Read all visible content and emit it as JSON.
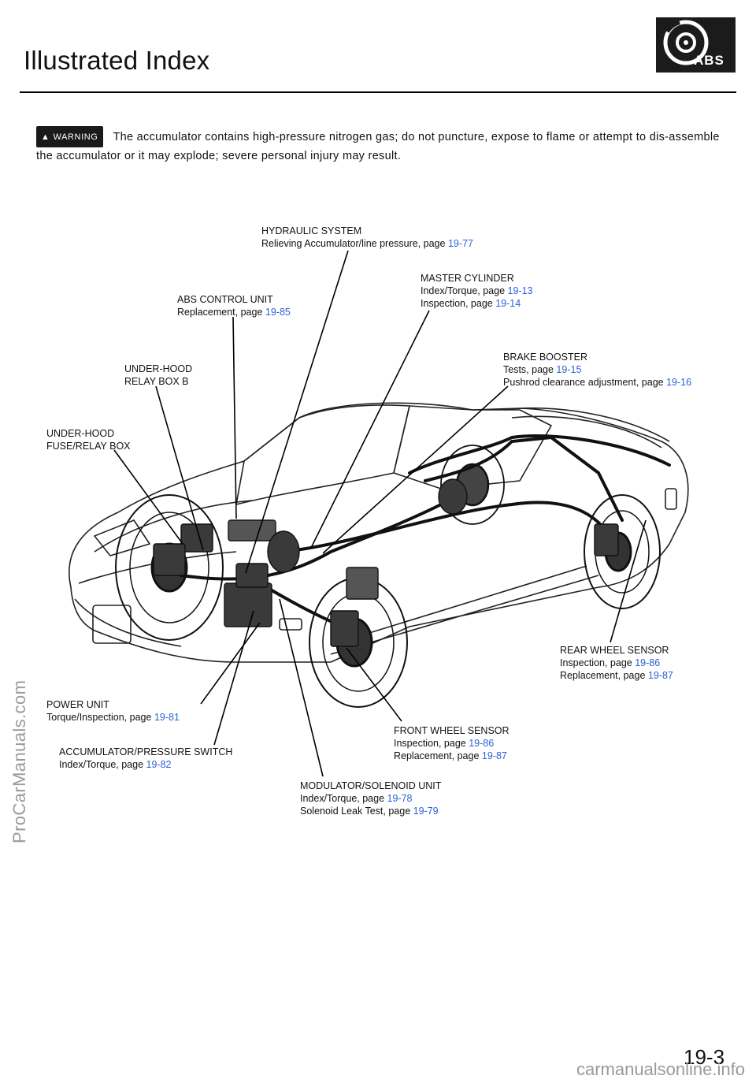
{
  "header": {
    "title": "Illustrated Index",
    "badge_text": "ABS"
  },
  "warning": {
    "badge": "WARNING",
    "text": "The accumulator contains high-pressure nitrogen gas; do not puncture, expose to flame or attempt to dis-assemble the accumulator or it may explode; severe personal injury may result."
  },
  "callouts": {
    "hydraulic": {
      "title": "HYDRAULIC SYSTEM",
      "line1": "Relieving Accumulator/line pressure, page",
      "page1": "19-77"
    },
    "master": {
      "title": "MASTER CYLINDER",
      "line1": "Index/Torque, page",
      "page1": "19-13",
      "line2": "Inspection, page",
      "page2": "19-14"
    },
    "abs_unit": {
      "title": "ABS CONTROL UNIT",
      "line1": "Replacement, page",
      "page1": "19-85"
    },
    "booster": {
      "title": "BRAKE BOOSTER",
      "line1": "Tests, page",
      "page1": "19-15",
      "line2": "Pushrod clearance adjustment, page",
      "page2": "19-16"
    },
    "relay_b": {
      "title": "UNDER-HOOD",
      "title2": "RELAY BOX B"
    },
    "fuse_box": {
      "title": "UNDER-HOOD",
      "title2": "FUSE/RELAY BOX"
    },
    "rear_sensor": {
      "title": "REAR WHEEL SENSOR",
      "line1": "Inspection, page",
      "page1": "19-86",
      "line2": "Replacement, page",
      "page2": "19-87"
    },
    "power_unit": {
      "title": "POWER UNIT",
      "line1": "Torque/Inspection, page",
      "page1": "19-81"
    },
    "front_sensor": {
      "title": "FRONT WHEEL SENSOR",
      "line1": "Inspection, page",
      "page1": "19-86",
      "line2": "Replacement, page",
      "page2": "19-87"
    },
    "accumulator": {
      "title": "ACCUMULATOR/PRESSURE SWITCH",
      "line1": "Index/Torque, page",
      "page1": "19-82"
    },
    "modulator": {
      "title": "MODULATOR/SOLENOID UNIT",
      "line1": "Index/Torque, page",
      "page1": "19-78",
      "line2": "Solenoid Leak Test, page",
      "page2": "19-79"
    }
  },
  "watermark": "ProCarManuals.com",
  "footer_watermark": "carmanualsonline.info",
  "page_number": "19-3"
}
